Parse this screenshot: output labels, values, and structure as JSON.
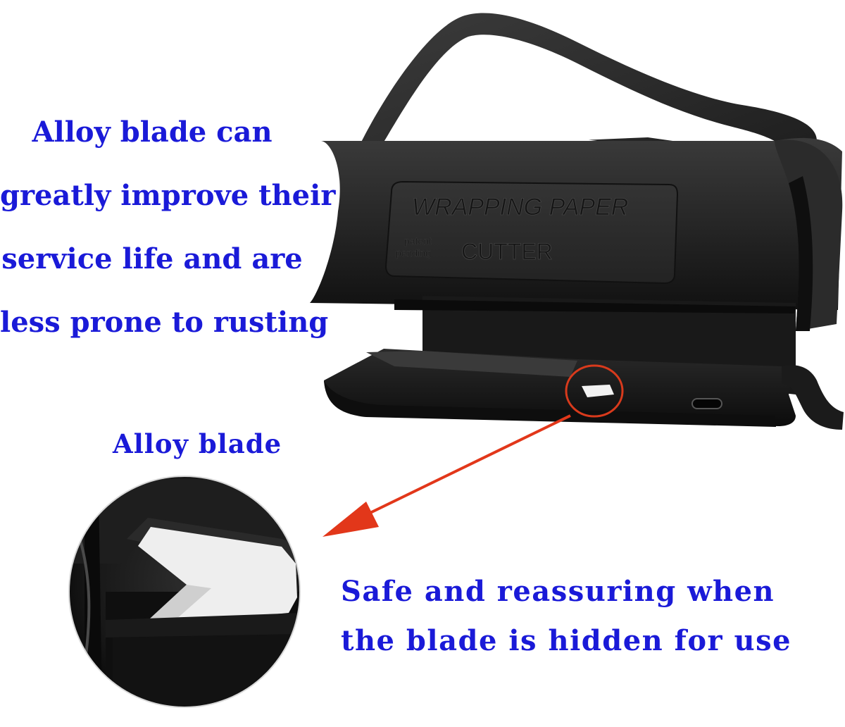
{
  "product": {
    "embossed_title": "WRAPPING PAPER",
    "embossed_subtitle": "CUTTER",
    "embossed_note_line1": "patent",
    "embossed_note_line2": "pending"
  },
  "captions": {
    "benefit": [
      "Alloy blade can",
      "greatly improve their",
      "service life and are",
      "less prone to rusting"
    ],
    "callout": "Alloy blade",
    "safety": [
      "Safe and reassuring when",
      "the blade is hidden for use"
    ]
  },
  "colors": {
    "caption_text": "#1a1ad8",
    "arrow": "#e2371a",
    "highlight_circle": "#d83a1c",
    "product_body": "#1f1f1f"
  }
}
